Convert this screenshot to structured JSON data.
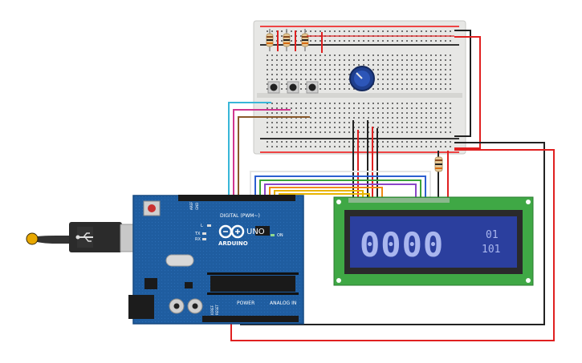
{
  "arduino": {
    "brand": "ARDUINO",
    "model": "UNO",
    "power_label": "POWER",
    "analog_label": "ANALOG IN",
    "digital_label": "DIGITAL (PWM~)",
    "on_label": "ON",
    "tx_label": "TX",
    "rx_label": "RX",
    "l_label": "L",
    "aref_label": "AREF",
    "gnd_label": "GND",
    "ioref_label": "IOREF",
    "reset_label": "RESET"
  },
  "lcd": {
    "big_digits": "0000",
    "line1": "01",
    "line2": "101",
    "backlight_color": "#2b3f9e",
    "text_color": "#a9b6ee"
  },
  "wire_colors": {
    "red": "#e02020",
    "black": "#222222",
    "cyan": "#38b6d8",
    "magenta": "#d0368f",
    "brown": "#8a5a2b",
    "yellow": "#e8b400",
    "orange": "#ef8a14",
    "green": "#3aa33a",
    "purple": "#8b45c8",
    "blue": "#2c5fd0",
    "white": "#dddddd"
  }
}
